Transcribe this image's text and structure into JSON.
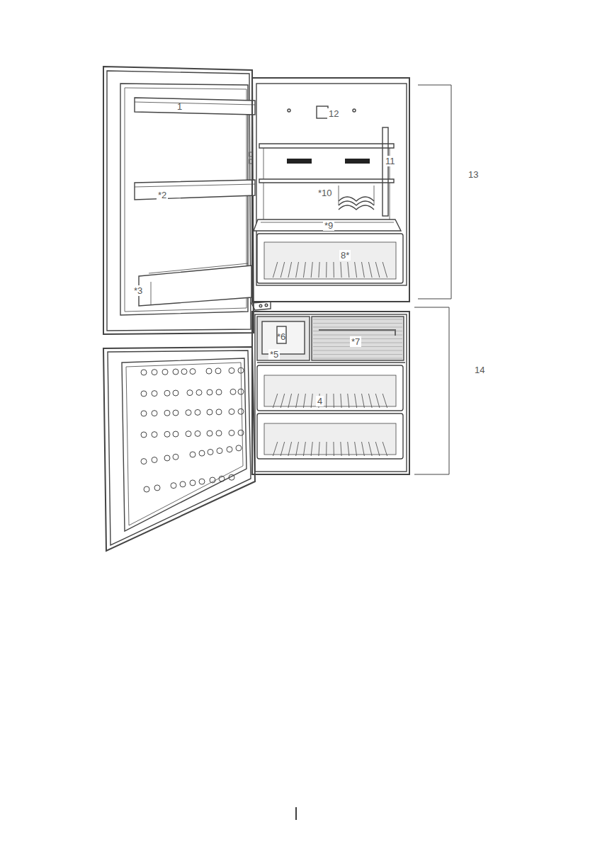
{
  "diagram": {
    "labels": [
      "1",
      "*2",
      "*3",
      "12",
      "11",
      "13",
      "*10",
      "*9",
      "8*",
      "*6",
      "*7",
      "*5",
      "14",
      "4"
    ]
  }
}
